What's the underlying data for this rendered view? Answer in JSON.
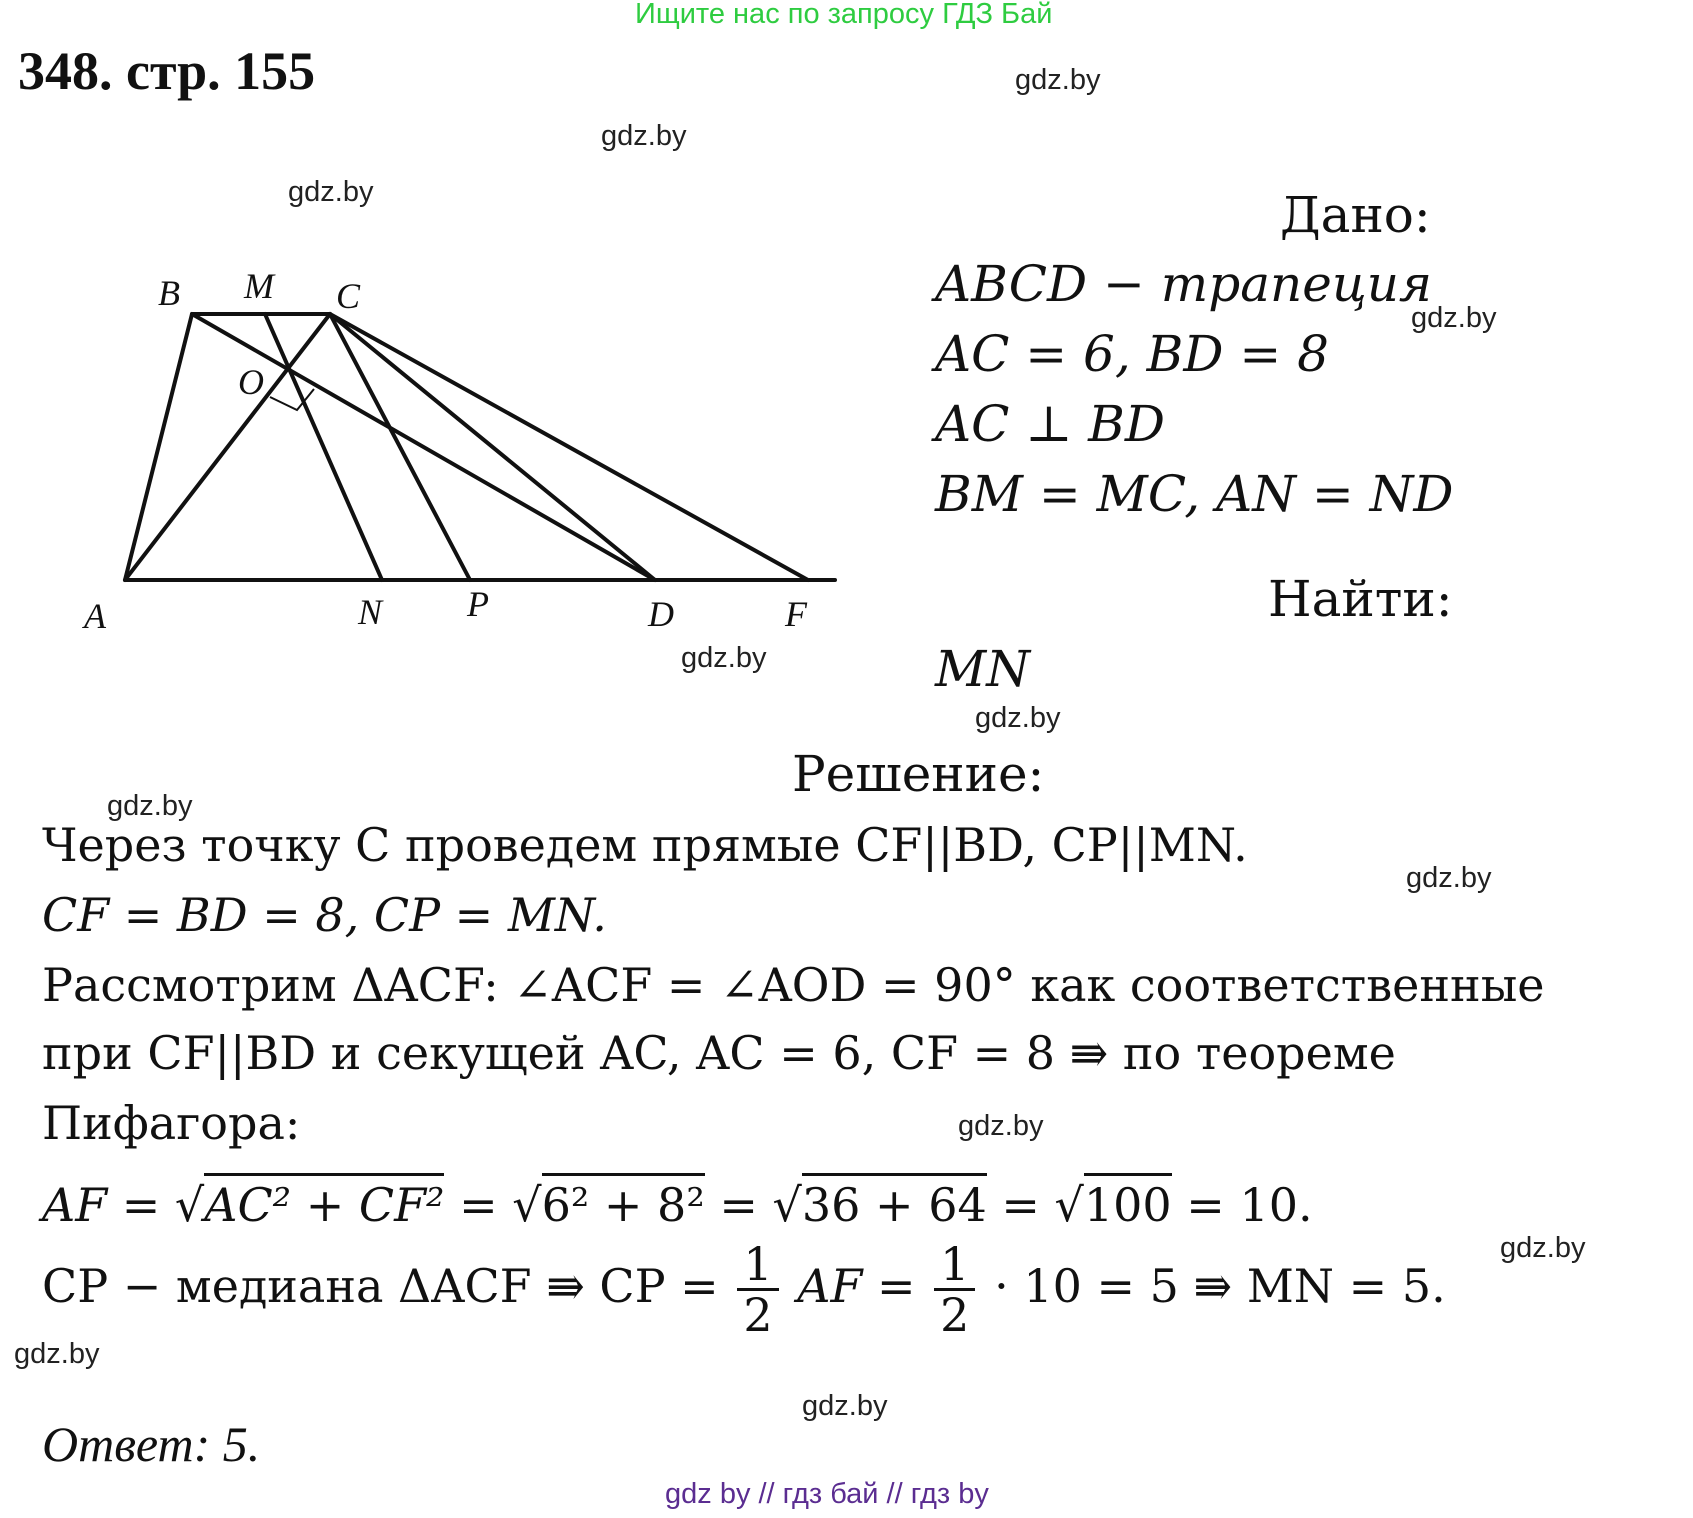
{
  "banner": "Ищите нас по запросу ГДЗ Бай",
  "title": "348. стр. 155",
  "watermark": "gdz.by",
  "footer": "gdz by  //  гдз бай  //  гдз by",
  "figure": {
    "labels": {
      "A": "A",
      "B": "B",
      "M": "M",
      "C": "C",
      "O": "O",
      "N": "N",
      "P": "P",
      "D": "D",
      "F": "F"
    }
  },
  "given": {
    "heading": "Дано:",
    "line1": "ABCD − трапеция",
    "line2": "AC = 6, BD = 8",
    "line3": "AC ⊥ BD",
    "line4": "BM = MC, AN = ND"
  },
  "find": {
    "heading": "Найти:",
    "value": "MN"
  },
  "solution": {
    "heading": "Решение:",
    "line1": "Через точку C проведем прямые CF||BD, CP||MN.",
    "line2": "CF = BD = 8, CP = MN.",
    "line3": "Рассмотрим ΔACF: ∠ACF = ∠AOD = 90° как соответственные",
    "line4": "при CF||BD и секущей AC, AC = 6,  CF = 8 ⇛ по теореме",
    "line5": "Пифагора:",
    "line6": {
      "p1": "AF = √",
      "r1": "AC² + CF²",
      "p2": " = √",
      "r2": "6² + 8²",
      "p3": " = √",
      "r3": "36 + 64",
      "p4": " = √",
      "r4": "100",
      "p5": " = 10."
    },
    "line7": {
      "p1": "CP − медиана ΔACF ⇛ CP =",
      "f1_num": "1",
      "f1_den": "2",
      "p2": "AF =",
      "f2_num": "1",
      "f2_den": "2",
      "p3": "· 10 = 5 ⇛ MN = 5."
    }
  },
  "answer": "Ответ: 5."
}
